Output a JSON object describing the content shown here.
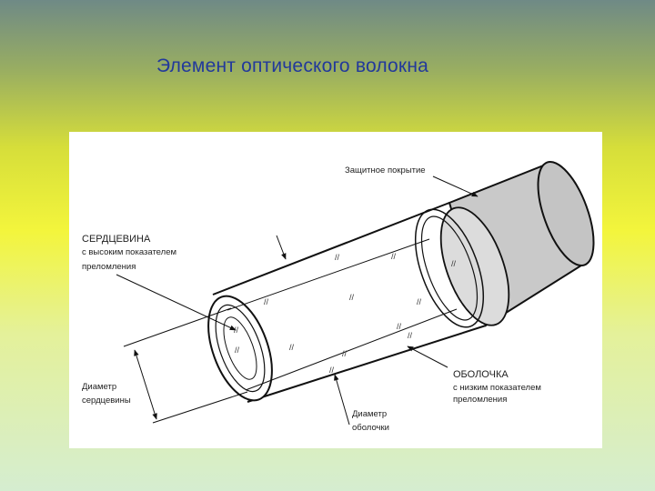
{
  "slide": {
    "title": "Элемент оптического волокна"
  },
  "figure": {
    "labels": {
      "coating": "Защитное покрытие",
      "core_title": "СЕРДЦЕВИНА",
      "core_line1": "с высоким показателем",
      "core_line2": "преломления",
      "cladding_title": "ОБОЛОЧКА",
      "cladding_line1": "с низким показателем",
      "cladding_line2": "преломления",
      "core_diameter_line1": "Диаметр",
      "core_diameter_line2": "сердцевины",
      "cladding_diameter_line1": "Диаметр",
      "cladding_diameter_line2": "оболочки"
    }
  }
}
